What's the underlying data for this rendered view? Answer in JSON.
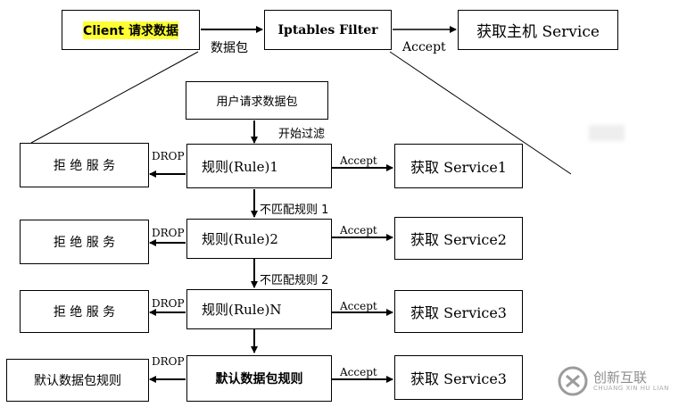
{
  "header": {
    "client": "Client 请求数据",
    "packet": "数据包",
    "filter": "Iptables Filter",
    "accept": "Accept",
    "service": "获取主机 Service"
  },
  "flow": {
    "start": "用户请求数据包",
    "begin_filter": "开始过滤",
    "drop": "DROP",
    "accept": "Accept",
    "reject": "拒 绝 服 务",
    "rule1": "规则(Rule)1",
    "rule2": "规则(Rule)2",
    "ruleN": "规则(Rule)N",
    "default_rule": "默认数据包规则",
    "default_action": "默认数据包规则",
    "nomatch1": "不匹配规则 1",
    "nomatch2": "不匹配规则 2",
    "svc1": "获取 Service1",
    "svc2": "获取 Service2",
    "svc3a": "获取 Service3",
    "svc3b": "获取 Service3"
  },
  "logo": {
    "brand": "创新互联",
    "brand_sub": "CHUANG XIN HU LIAN"
  },
  "colors": {
    "highlight": "#ffff33",
    "stroke": "#000000"
  }
}
